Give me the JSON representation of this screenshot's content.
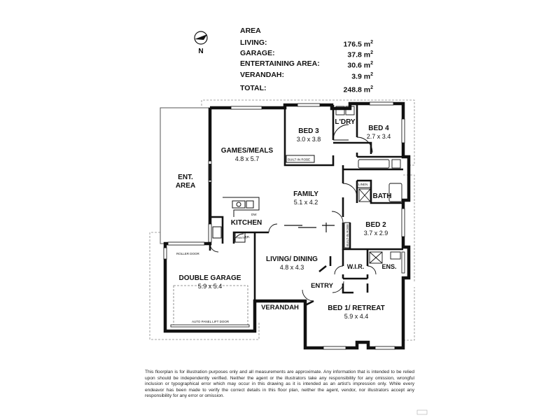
{
  "area_table": {
    "heading": "AREA",
    "unit": "m",
    "unit_power": "2",
    "rows": [
      {
        "label": "LIVING:",
        "value": "176.5"
      },
      {
        "label": "GARAGE:",
        "value": "37.8"
      },
      {
        "label": "ENTERTAINING AREA:",
        "value": "30.6"
      },
      {
        "label": "VERANDAH:",
        "value": "3.9"
      }
    ],
    "total": {
      "label": "TOTAL:",
      "value": "248.8"
    }
  },
  "compass": {
    "label": "N",
    "icon": "north-arrow-icon"
  },
  "rooms": {
    "bed3": {
      "name": "BED 3",
      "dims": "3.0 x 3.8"
    },
    "bed4": {
      "name": "BED 4",
      "dims": "2.7 x 3.4"
    },
    "laundry": {
      "name": "L'DRY"
    },
    "games": {
      "name": "GAMES/MEALS",
      "dims": "4.8 x 5.7"
    },
    "ent": {
      "name_line1": "ENT.",
      "name_line2": "AREA"
    },
    "family": {
      "name": "FAMILY",
      "dims": "5.1 x 4.2"
    },
    "bath": {
      "name": "BATH"
    },
    "bed2": {
      "name": "BED 2",
      "dims": "3.7 x 2.9"
    },
    "kitchen": {
      "name": "KITCHEN"
    },
    "living": {
      "name": "LIVING/ DINING",
      "dims": "4.8 x 4.3"
    },
    "wir": {
      "name": "W.I.R."
    },
    "ens": {
      "name": "ENS."
    },
    "garage": {
      "name": "DOUBLE GARAGE",
      "dims": "5.9 x 5.4"
    },
    "entry": {
      "name": "ENTRY"
    },
    "verandah": {
      "name": "VERANDAH"
    },
    "bed1": {
      "name": "BED 1/ RETREAT",
      "dims": "5.9 x 4.4"
    }
  },
  "fixtures": {
    "built_in_robe": "BUILT-IN ROBE",
    "linen": "LINEN",
    "dw": "DW",
    "fr": "FR.",
    "pantry": "PANTRY",
    "roller_door": "ROLLER DOOR",
    "auto_door": "AUTO PANEL LIFT DOOR"
  },
  "disclaimer": "This floorplan is for illustration purposes only and all measurements are approximate. Any information that is intended to be relied upon should be independently verified. Neither the agent or the illustrators take any responsibility for any omission, wrongful inclusion or typographical error which may occur in this drawing as it is intended as an artist's impression only. While every endeavor has been made to verify the correct details in this floor plan, neither the agent, vendor, nor illustrators accept any responsibility for any error or omission."
}
